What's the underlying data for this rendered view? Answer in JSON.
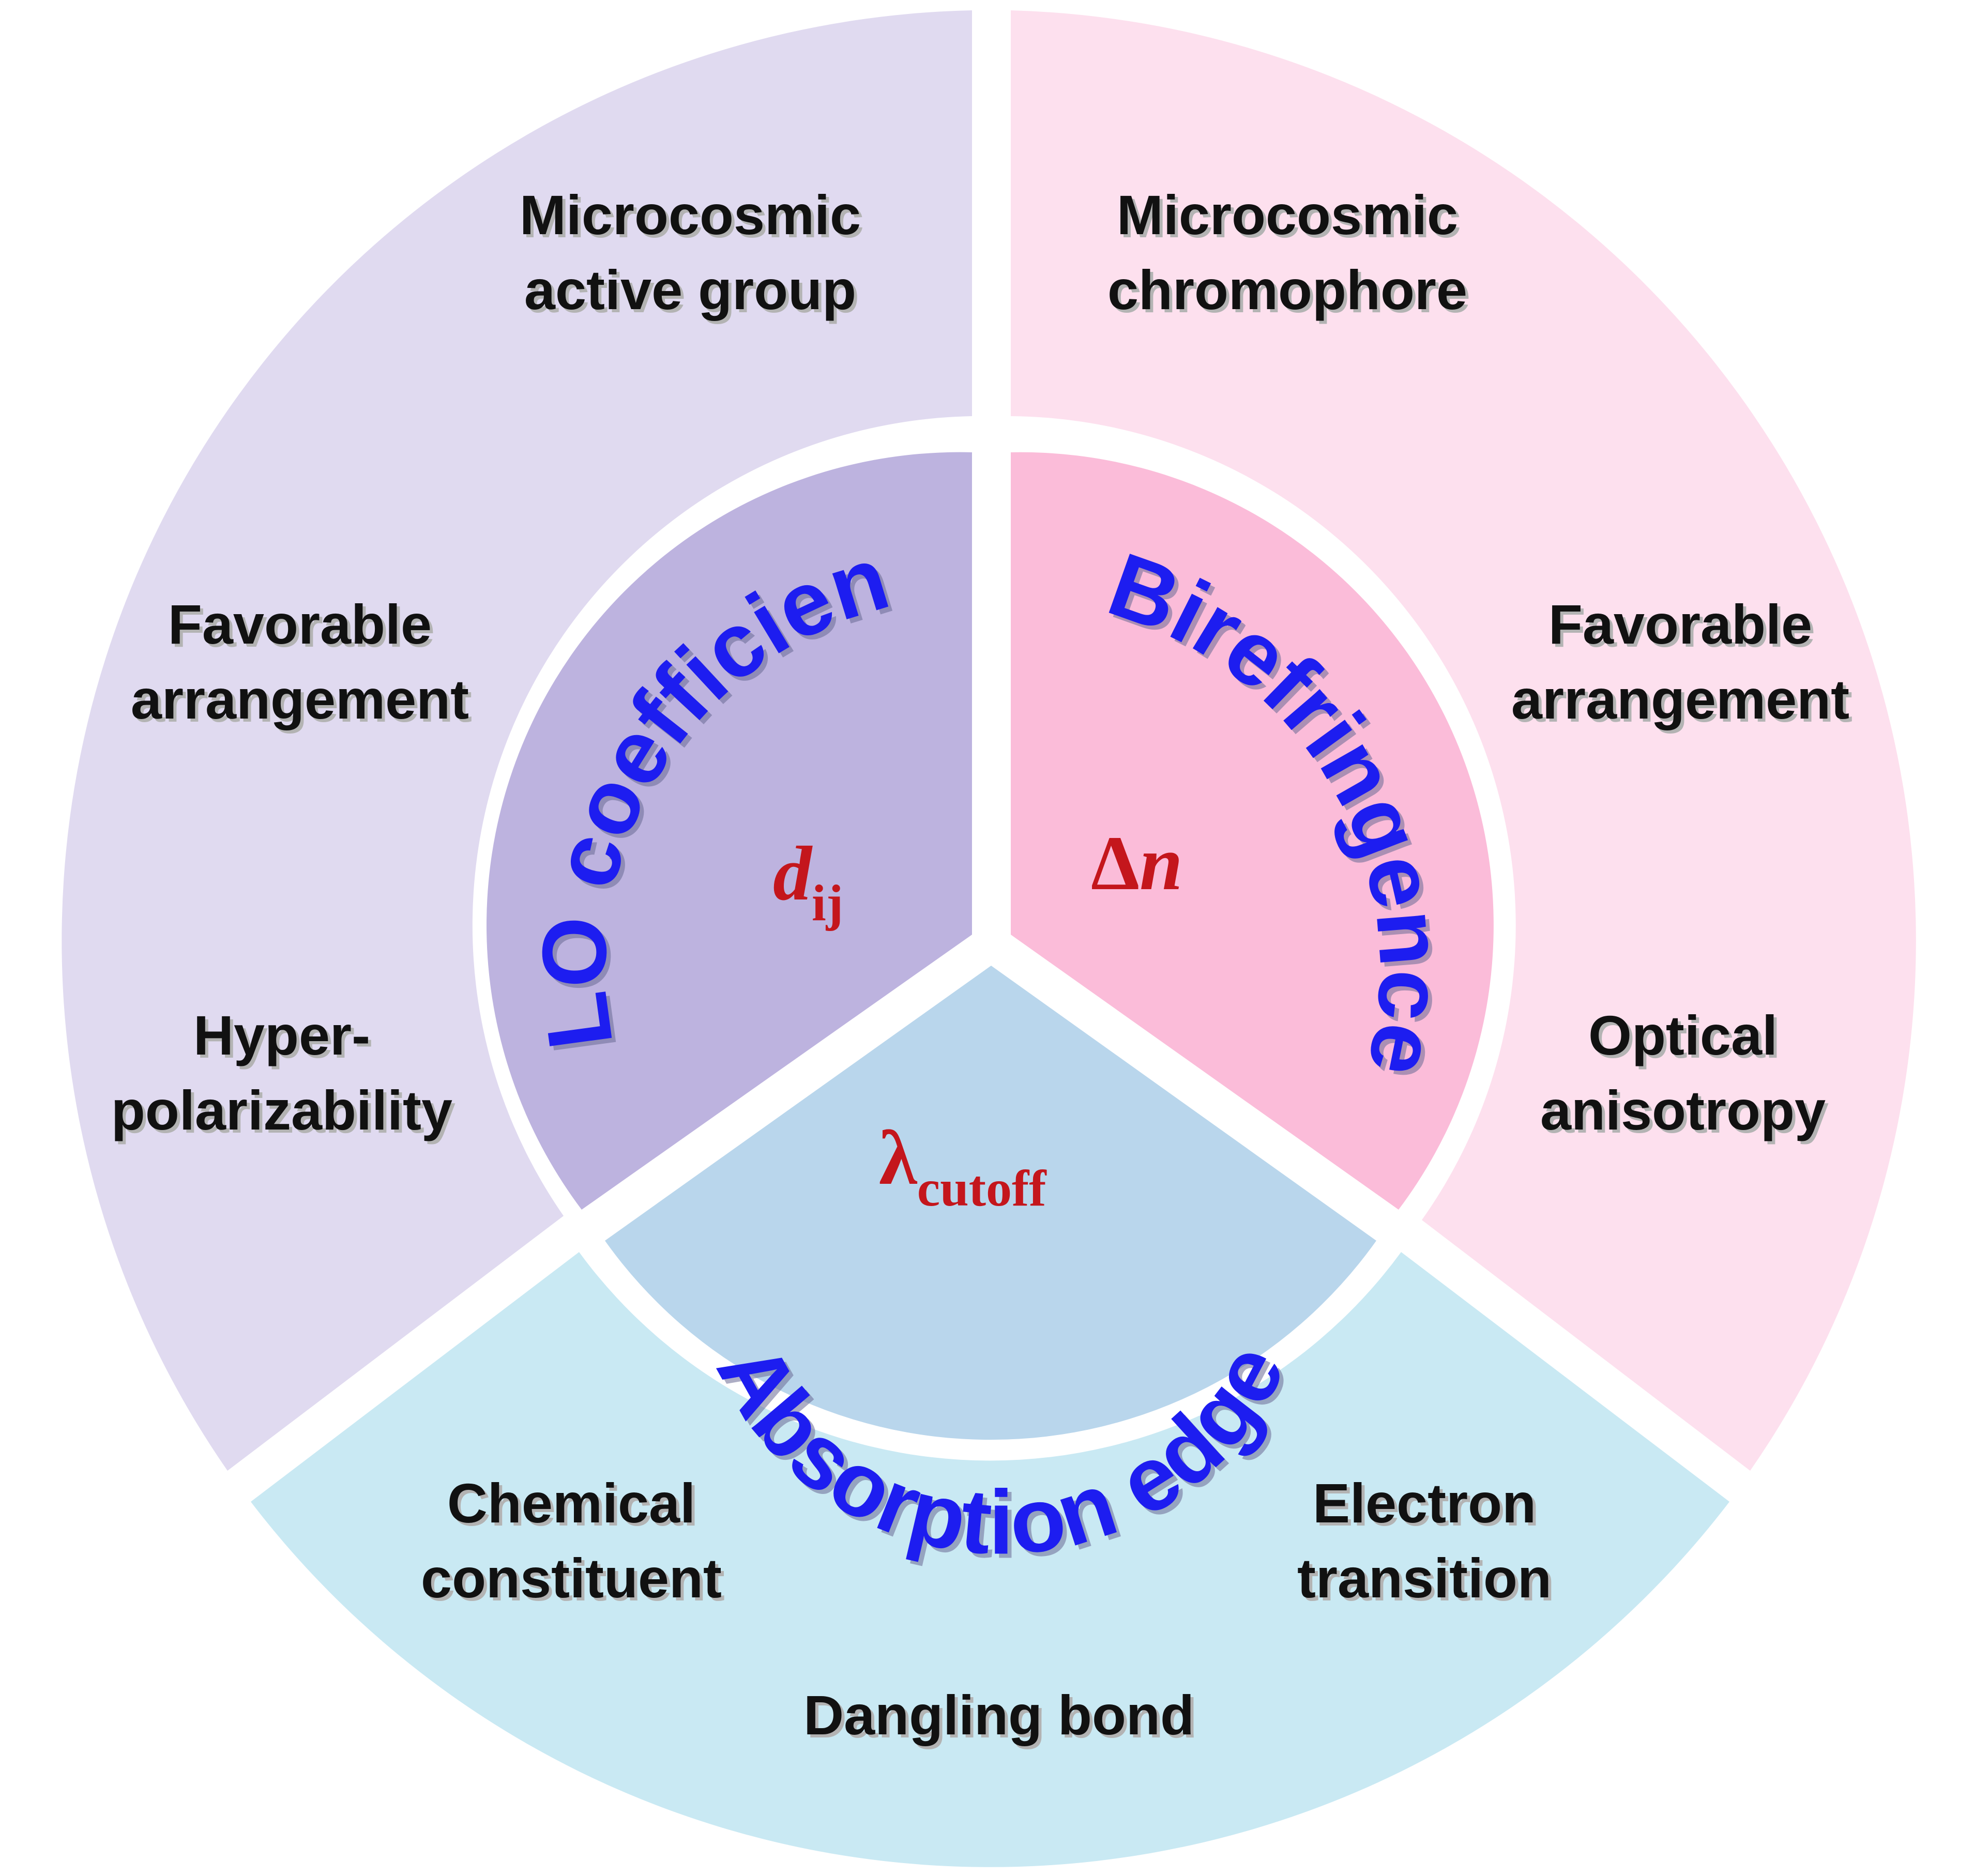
{
  "colors": {
    "nlo_outer": "#e0daf0",
    "nlo_inner": "#bdb3df",
    "bire_outer": "#fde0ee",
    "bire_inner": "#fbbcd9",
    "abs_outer": "#c9e9f3",
    "abs_inner": "#b9d6ec",
    "curved_title": "#1d1df0",
    "symbol": "#c4161c",
    "factor_text": "#111111"
  },
  "nlo": {
    "title": "NLO coefficients",
    "symbol_main": "d",
    "symbol_sub": "ij",
    "factors": [
      {
        "line1": "Microcosmic",
        "line2": "active group"
      },
      {
        "line1": "Favorable",
        "line2": "arrangement"
      },
      {
        "line1": "Hyper-",
        "line2": "polarizability"
      }
    ]
  },
  "birefringence": {
    "title": "Birefringence",
    "symbol_delta": "Δ",
    "symbol_var": "n",
    "factors": [
      {
        "line1": "Microcosmic",
        "line2": "chromophore"
      },
      {
        "line1": "Favorable",
        "line2": "arrangement"
      },
      {
        "line1": "Optical",
        "line2": "anisotropy"
      }
    ]
  },
  "absorption": {
    "title": "Absorption edge",
    "symbol_main": "λ",
    "symbol_sub": "cutoff",
    "factors": [
      {
        "line1": "Chemical",
        "line2": "constituent"
      },
      {
        "line1": "Electron",
        "line2": "transition"
      },
      {
        "line1": "Dangling bond",
        "line2": ""
      }
    ]
  }
}
